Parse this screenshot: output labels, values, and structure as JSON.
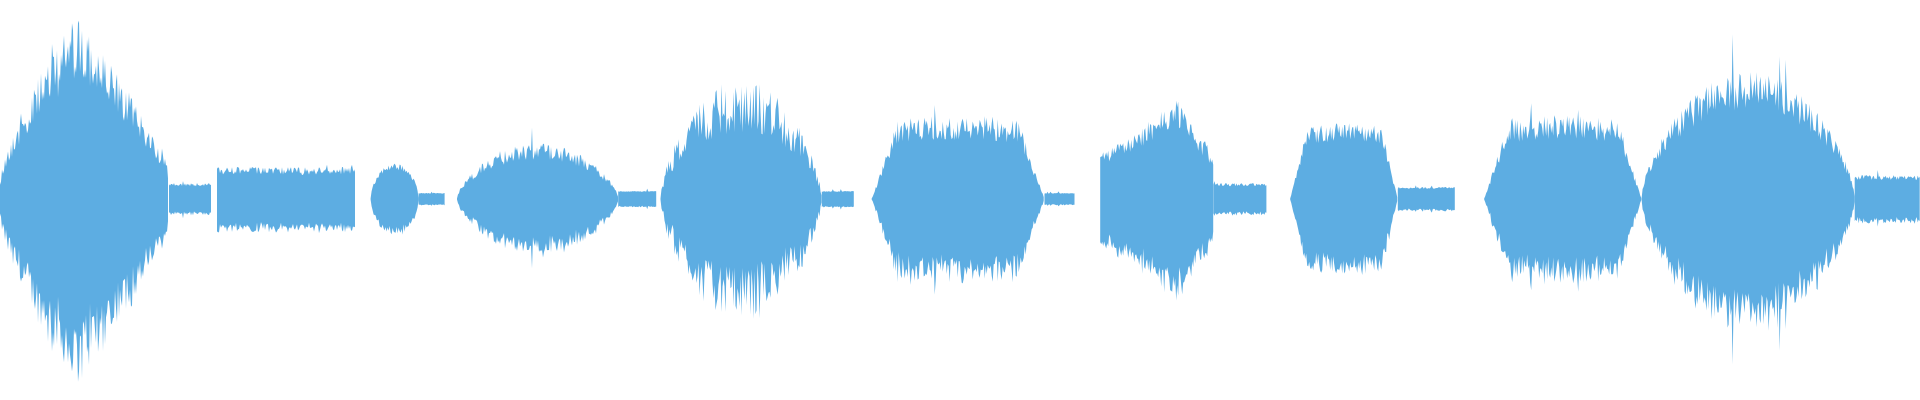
{
  "waveform": {
    "color": "#5dade2",
    "background": "#ffffff",
    "segments": [
      {
        "start": 0.0,
        "end": 0.088,
        "peak": 0.46,
        "shape": "peak-early",
        "noise": 0.35
      },
      {
        "start": 0.088,
        "end": 0.11,
        "peak": 0.04,
        "shape": "flat",
        "noise": 0.2
      },
      {
        "start": 0.113,
        "end": 0.185,
        "peak": 0.08,
        "shape": "flat",
        "noise": 0.25
      },
      {
        "start": 0.193,
        "end": 0.218,
        "peak": 0.09,
        "shape": "blip",
        "noise": 0.2
      },
      {
        "start": 0.218,
        "end": 0.232,
        "peak": 0.015,
        "shape": "flat",
        "noise": 0.1
      },
      {
        "start": 0.238,
        "end": 0.322,
        "peak": 0.14,
        "shape": "center",
        "noise": 0.3
      },
      {
        "start": 0.322,
        "end": 0.342,
        "peak": 0.02,
        "shape": "flat",
        "noise": 0.1
      },
      {
        "start": 0.344,
        "end": 0.428,
        "peak": 0.3,
        "shape": "center",
        "noise": 0.45
      },
      {
        "start": 0.428,
        "end": 0.445,
        "peak": 0.02,
        "shape": "flat",
        "noise": 0.1
      },
      {
        "start": 0.454,
        "end": 0.544,
        "peak": 0.21,
        "shape": "plateau",
        "noise": 0.3
      },
      {
        "start": 0.544,
        "end": 0.56,
        "peak": 0.015,
        "shape": "flat",
        "noise": 0.1
      },
      {
        "start": 0.573,
        "end": 0.632,
        "peak": 0.25,
        "shape": "peak-late",
        "noise": 0.3
      },
      {
        "start": 0.632,
        "end": 0.66,
        "peak": 0.04,
        "shape": "flat",
        "noise": 0.2
      },
      {
        "start": 0.672,
        "end": 0.728,
        "peak": 0.19,
        "shape": "plateau",
        "noise": 0.25
      },
      {
        "start": 0.728,
        "end": 0.758,
        "peak": 0.03,
        "shape": "flat",
        "noise": 0.15
      },
      {
        "start": 0.773,
        "end": 0.855,
        "peak": 0.21,
        "shape": "plateau",
        "noise": 0.3
      },
      {
        "start": 0.855,
        "end": 0.966,
        "peak": 0.32,
        "shape": "center",
        "noise": 0.3
      },
      {
        "start": 0.966,
        "end": 1.0,
        "peak": 0.06,
        "shape": "flat",
        "noise": 0.2
      }
    ]
  }
}
